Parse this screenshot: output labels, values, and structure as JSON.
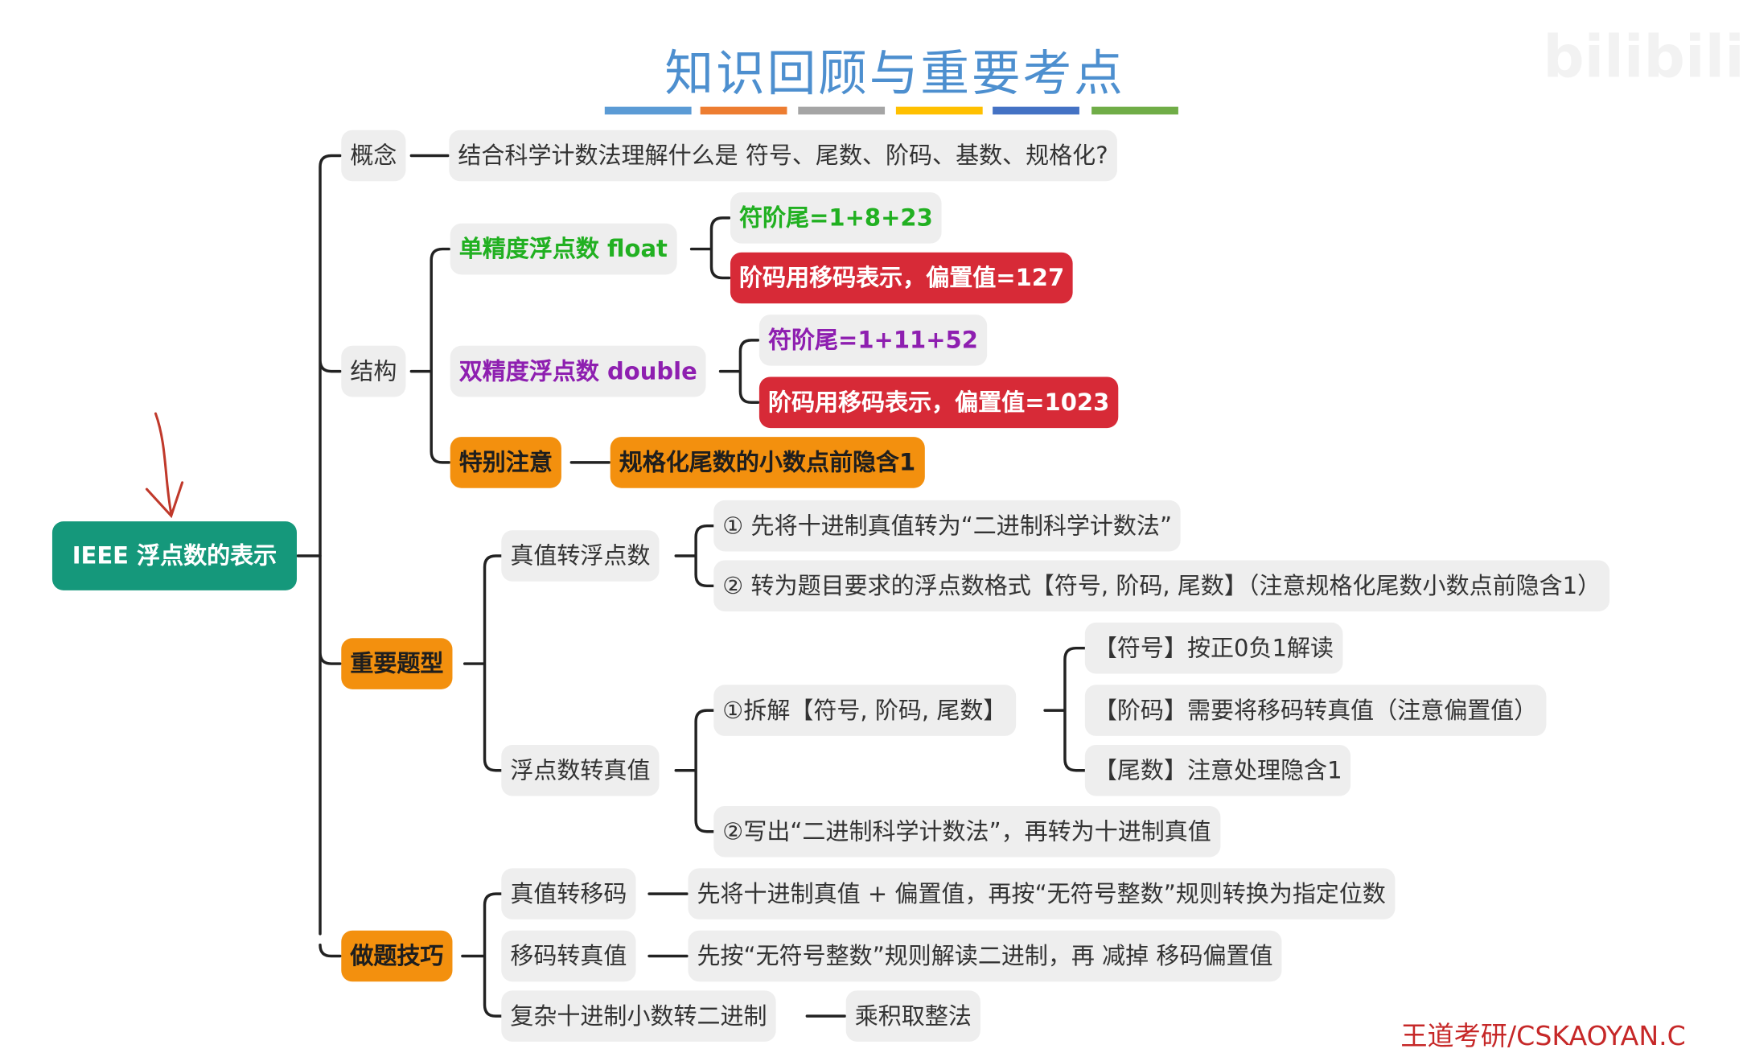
{
  "title": "知识回顾与重要考点",
  "colors": {
    "title": "#4d8fcf",
    "bars": [
      "#5b9bd5",
      "#ed7d31",
      "#a5a5a5",
      "#ffc000",
      "#4472c4",
      "#70ad47"
    ],
    "root": "#15987b",
    "orange": "#f3900e",
    "red": "#d72a37",
    "green": "#21b021",
    "purple": "#8e1fb0",
    "line": "#222222"
  },
  "watermark": "bilibili",
  "corner_mark": "王道考研/CSKAOYAN.C",
  "nodes": {
    "root": "IEEE 浮点数的表示",
    "concept": "概念",
    "concept_text": "结合科学计数法理解什么是 符号、尾数、阶码、基数、规格化?",
    "structure": "结构",
    "float": "单精度浮点数 float",
    "float_bits": "符阶尾=1+8+23",
    "float_bias": "阶码用移码表示，偏置值=127",
    "double": "双精度浮点数 double",
    "double_bits": "符阶尾=1+11+52",
    "double_bias": "阶码用移码表示，偏置值=1023",
    "special": "特别注意",
    "special_text": "规格化尾数的小数点前隐含1",
    "key_types": "重要题型",
    "to_float": "真值转浮点数",
    "to_float_1": "① 先将十进制真值转为“二进制科学计数法”",
    "to_float_2": "② 转为题目要求的浮点数格式【符号, 阶码, 尾数】（注意规格化尾数小数点前隐含1）",
    "to_value": "浮点数转真值",
    "split": "①拆解【符号, 阶码, 尾数】",
    "split_sign": "【符号】按正0负1解读",
    "split_exp": "【阶码】需要将移码转真值（注意偏置值）",
    "split_mant": "【尾数】注意处理隐含1",
    "write_sci": "②写出“二进制科学计数法”，再转为十进制真值",
    "tips": "做题技巧",
    "v2b": "真值转移码",
    "v2b_text": "先将十进制真值 + 偏置值，再按“无符号整数”规则转换为指定位数",
    "b2v": "移码转真值",
    "b2v_text": "先按“无符号整数”规则解读二进制，再 减掉 移码偏置值",
    "frac": "复杂十进制小数转二进制",
    "frac_text": "乘积取整法"
  }
}
